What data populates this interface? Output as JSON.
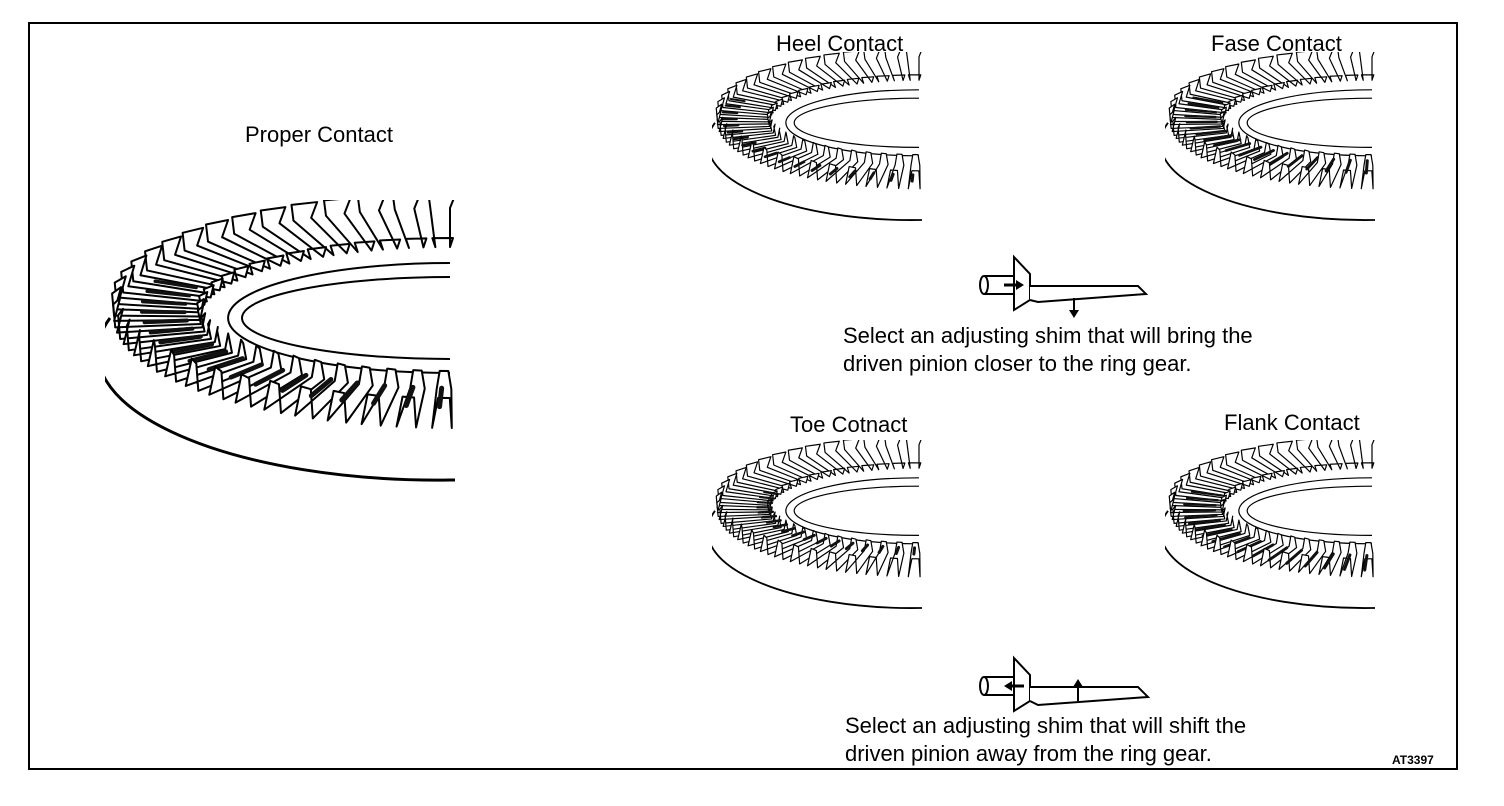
{
  "labels": {
    "proper": "Proper Contact",
    "heel": "Heel Contact",
    "face": "Fase Contact",
    "toe": "Toe Cotnact",
    "flank": "Flank Contact"
  },
  "captions": {
    "closer": [
      "Select an adjusting shim that will bring the",
      "driven pinion closer to the ring gear."
    ],
    "away": [
      "Select an adjusting shim that will shift the",
      "driven pinion away from the ring gear."
    ]
  },
  "figure_code": "AT3397"
}
